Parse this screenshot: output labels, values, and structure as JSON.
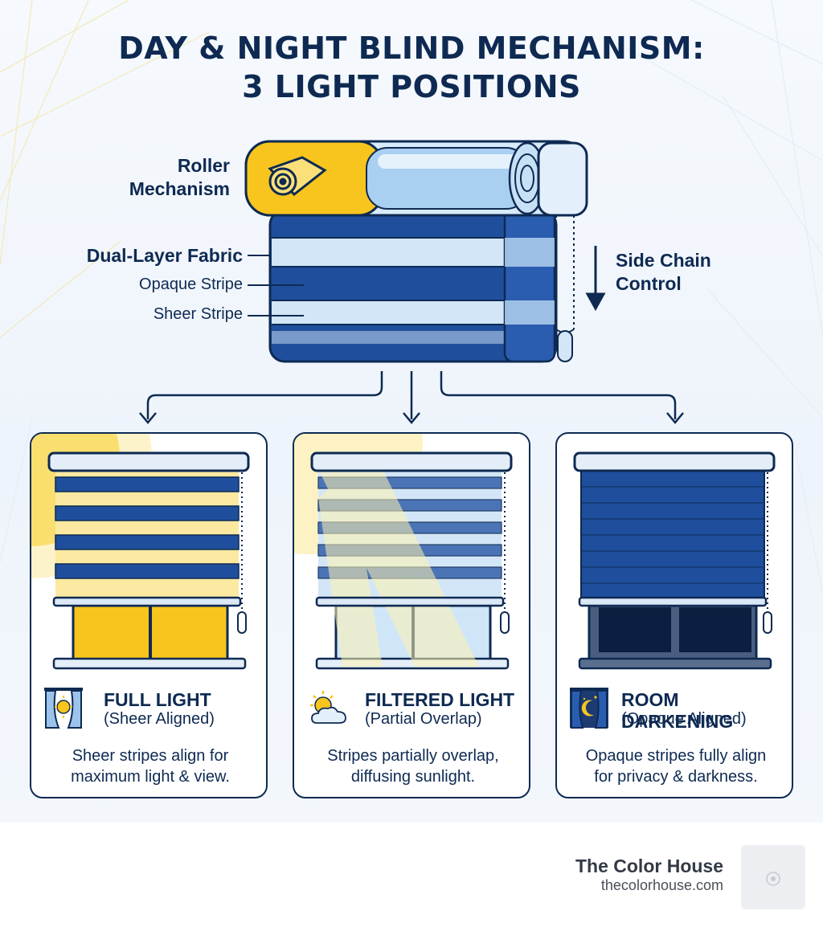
{
  "title": {
    "line1": "DAY & NIGHT BLIND MECHANISM:",
    "line2": "3 LIGHT POSITIONS"
  },
  "labels": {
    "roller_line1": "Roller",
    "roller_line2": "Mechanism",
    "dual_layer": "Dual-Layer Fabric",
    "opaque_stripe": "Opaque Stripe",
    "sheer_stripe": "Sheer Stripe",
    "chain_line1": "Side Chain",
    "chain_line2": "Control"
  },
  "positions": [
    {
      "heading": "FULL LIGHT",
      "subheading": "(Sheer Aligned)",
      "desc_line1": "Sheer stripes align for",
      "desc_line2": "maximum light & view.",
      "icon": "curtain-sun-icon"
    },
    {
      "heading": "FILTERED LIGHT",
      "subheading": "(Partial Overlap)",
      "desc_line1": "Stripes partially overlap,",
      "desc_line2": "diffusing sunlight.",
      "icon": "sun-cloud-icon"
    },
    {
      "heading": "ROOM DARKENING",
      "subheading": "(Opaque Aligned)",
      "desc_line1": "Opaque stripes fully align",
      "desc_line2": "for privacy & darkness.",
      "icon": "curtain-moon-icon"
    }
  ],
  "brand": {
    "name": "The Color House",
    "url": "thecolorhouse.com"
  },
  "colors": {
    "navy": "#0e2a52",
    "blind_blue": "#1f4f9c",
    "sheer": "#cfe3f6",
    "sun_yellow": "#f7c51e"
  }
}
